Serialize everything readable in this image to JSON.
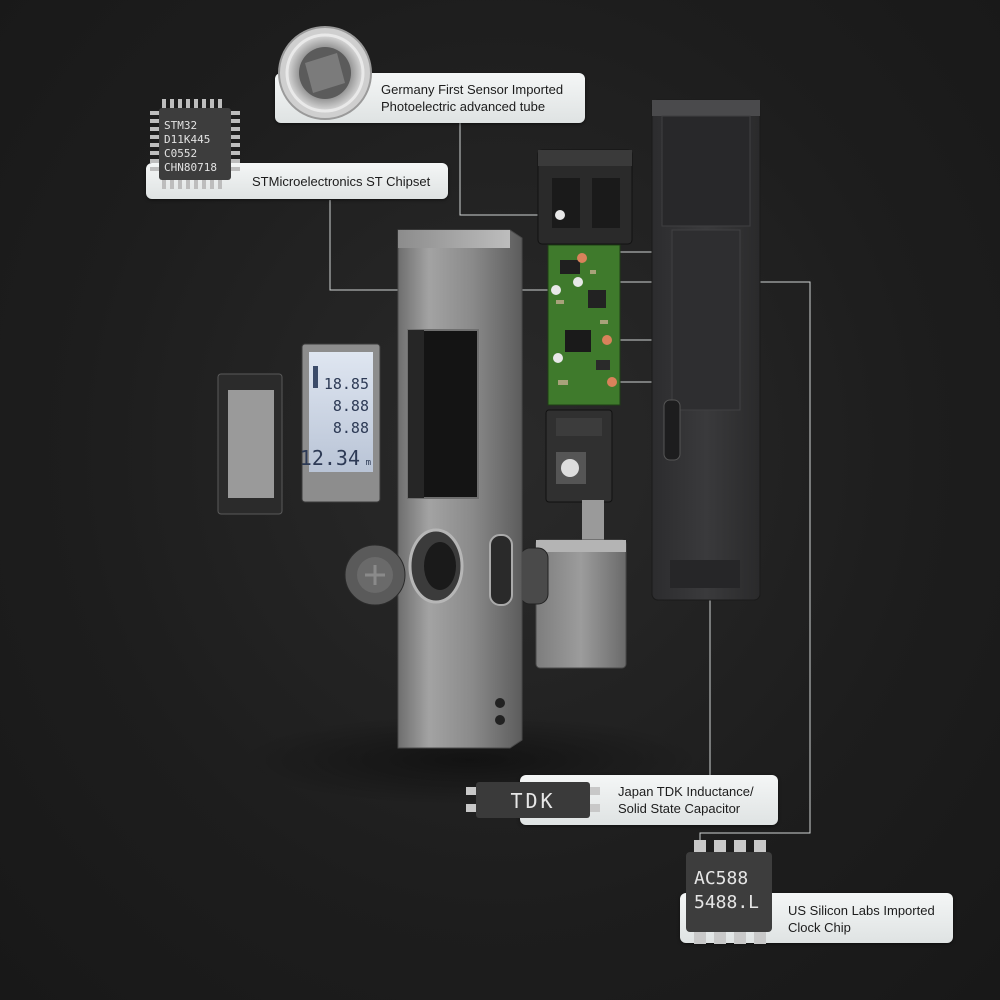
{
  "callouts": {
    "sensor": {
      "line1": "Germany First Sensor Imported",
      "line2": "Photoelectric advanced tube"
    },
    "chipset": {
      "line1": "STMicroelectronics ST Chipset",
      "chip_marking": [
        "STM32",
        "D11K445",
        "C0552",
        "CHN80718"
      ]
    },
    "inductance": {
      "line1": "Japan TDK Inductance/",
      "line2": "Solid State Capacitor",
      "chip_marking": "TDK"
    },
    "clock": {
      "line1": "US Silicon Labs Imported",
      "line2": "Clock Chip",
      "chip_marking": [
        "AC588",
        "5488.L"
      ]
    }
  },
  "display": {
    "rows": [
      "18.85",
      "8.88",
      "8.88",
      "12.34"
    ],
    "unit": "m"
  },
  "colors": {
    "background": "#1e1e1e",
    "card": "#e8ebeb",
    "aluminum": "#8e8e8e",
    "pcb": "#3f7a2c",
    "screen": "#cfd8e6"
  }
}
